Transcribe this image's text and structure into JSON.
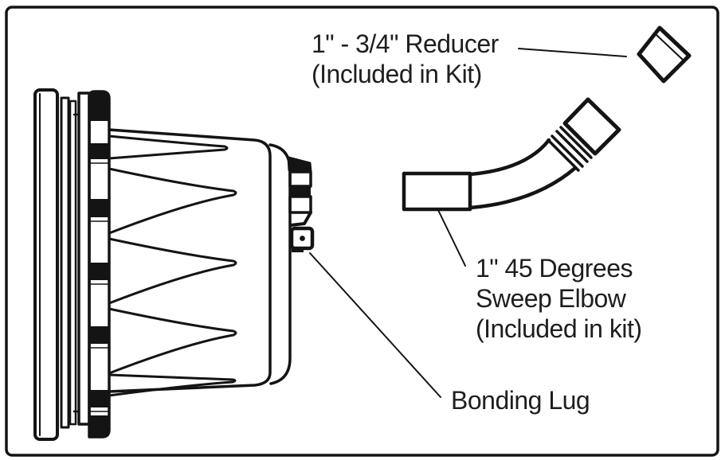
{
  "title": "Pool light niche installation parts diagram",
  "colors": {
    "background": "#ffffff",
    "line": "#141414",
    "text": "#1e1e1e"
  },
  "labels": {
    "reducer": "1\" - 3/4\" Reducer\n(Included in Kit)",
    "elbow": "1\" 45 Degrees\nSweep Elbow\n(Included in kit)",
    "bonding_lug": "Bonding Lug"
  },
  "parts": [
    {
      "name": "light-niche-side-view"
    },
    {
      "name": "reducer-fitting"
    },
    {
      "name": "sweep-elbow-fitting"
    },
    {
      "name": "bonding-lug"
    }
  ]
}
